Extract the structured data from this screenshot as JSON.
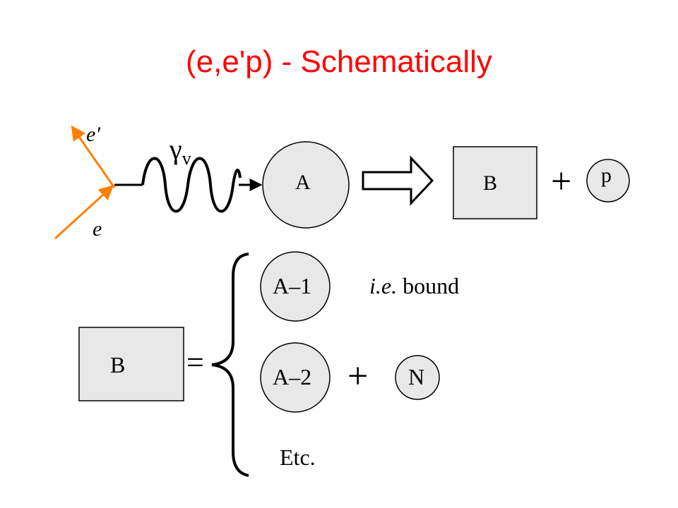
{
  "title": "(e,e'p) - Schematically",
  "colors": {
    "title": "#ff0000",
    "lepton_line": "#ff7f00",
    "shape_fill": "#e8e8e8",
    "stroke": "#000000"
  },
  "reaction": {
    "outgoing_electron": "e'",
    "incoming_electron": "e",
    "photon_symbol": "γ",
    "photon_subscript": "v",
    "target": "A",
    "residual": "B",
    "plus": "+",
    "knocked_out": "p"
  },
  "decomposition": {
    "lhs": "B",
    "equals": "=",
    "option1": {
      "nucleus": "A–1",
      "note_italic": "i.e.",
      "note_text": " bound"
    },
    "option2": {
      "nucleus": "A–2",
      "plus": "+",
      "nucleon": "N"
    },
    "etc": "Etc."
  }
}
